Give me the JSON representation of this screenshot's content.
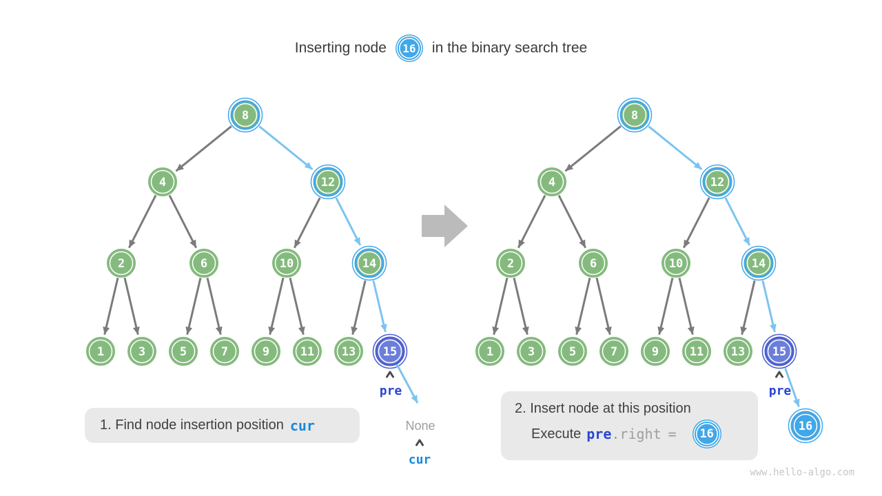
{
  "title": {
    "prefix": "Inserting node",
    "badge": "16",
    "suffix": "in the binary search tree"
  },
  "node_values": {
    "1": "1",
    "2": "2",
    "3": "3",
    "4": "4",
    "5": "5",
    "6": "6",
    "7": "7",
    "8": "8",
    "9": "9",
    "10": "10",
    "11": "11",
    "12": "12",
    "13": "13",
    "14": "14",
    "15": "15",
    "16": "16"
  },
  "labels": {
    "pre": "pre",
    "cur": "cur",
    "none": "None"
  },
  "captions": {
    "step1": {
      "text": "1. Find node insertion position",
      "code": "cur"
    },
    "step2": {
      "line1": "2. Insert node at this position",
      "execute": "Execute",
      "pre": "pre",
      "member": ".right",
      "equals": "=",
      "badge": "16"
    }
  },
  "watermark": "www.hello-algo.com",
  "colors": {
    "node_green": "#85BA7E",
    "node_blue": "#41A7E8",
    "node_purple_fill": "#6B7ED9",
    "node_purple_ring": "#4C5ECF",
    "edge_gray": "#7B7B7B",
    "edge_blue": "#7CC4F0",
    "label_pre_blue": "#2A46D4",
    "label_cur_blue": "#1789DC",
    "caption_bg": "#E9E9E9",
    "transition_arrow": "#BBBBBB"
  }
}
